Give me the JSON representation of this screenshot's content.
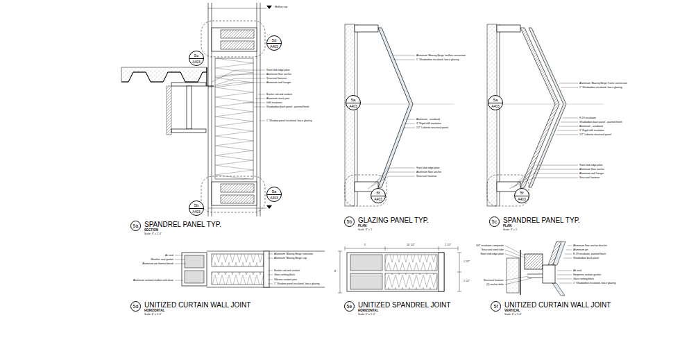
{
  "diagram": {
    "nodes": [
      {
        "text": [
          "5d",
          "A403"
        ]
      },
      {
        "text": [
          "5c",
          "A403"
        ]
      },
      {
        "text": [
          "5a",
          "A403"
        ]
      },
      {
        "text": [
          "5b",
          "A403"
        ]
      },
      {
        "text": [
          "5a",
          "A403"
        ]
      },
      {
        "text": [
          "5f",
          "A403"
        ]
      },
      {
        "text": [
          "5a",
          "A403"
        ]
      },
      {
        "text": [
          "5f",
          "A403"
        ]
      },
      {
        "text": [
          "5a",
          "SPANDREL PANEL TYP.",
          "SECTION",
          "Scale: 3\" = 1'-0\""
        ]
      },
      {
        "text": [
          "5b",
          "GLAZING PANEL TYP.",
          "PLAN",
          "Scale: 3\" = 1'"
        ]
      },
      {
        "text": [
          "5c",
          "SPANDREL PANEL TYP.",
          "PLAN",
          "Scale: 3\" = 1'"
        ]
      },
      {
        "text": [
          "5d",
          "UNITIZED CURTAIN WALL JOINT",
          "HORIZONTAL",
          "Scale: 6\" = 1'-0\""
        ]
      },
      {
        "text": [
          "5e",
          "UNITIZED SPANDREL JOINT",
          "HORIZONTAL",
          "Scale: 6\" = 1'-0\""
        ]
      },
      {
        "text": [
          "5f",
          "UNITIZED CURTAIN WALL JOINT",
          "VERTICAL",
          "Scale: 6\" = 1'-0\""
        ]
      }
    ],
    "labels": [
      "Mullion cap",
      "Steel slab edge plate",
      "Aluminum floor anchor",
      "Structural fastener",
      "Aluminum wall hanger",
      "Backer rod and sealant",
      "Aluminum stack joint",
      "Infill insulation",
      "Shadowbox back panel - painted finish",
      "1\" Shadow panel insulated, low-e glazing",
      "Aluminum 'Blazing Beige' mullion connection",
      "1\" Shadowbox insulated, low-e glazing",
      "Aluminum - anodized",
      "3\" Rigid infill insulation",
      "1/2\" Laborite structural panel",
      "Steel slab edge plate",
      "Aluminum floor anchor",
      "Structural fastener",
      "Aluminum 'Blazing Beige' frame connection",
      "1\" Shadowbox insulated, low-e glazing",
      "R-19 insulation",
      "Shadowbox back panel - painted finish",
      "Aluminum - anodized",
      "3\" Rigid infill insulation",
      "1/2\" Laborite structural panel",
      "Steel slab edge plate",
      "Aluminum floor anchor",
      "Aluminum wall hanger",
      "Structural fastener",
      "Air seal",
      "Weather seal gasket",
      "Aluminum pin thermal break",
      "Aluminum unitized mullion with drain",
      "Aluminum 'Blazing Beige' extrusion",
      "Aluminum 'Blazing Beige' cap",
      "Backer rod and sealant",
      "Glass setting block",
      "Silicone sealant joint",
      "1\" Shadow panel insulated, low-e glazing",
      "5'",
      "10' 1/2\"",
      "1 1/2\"",
      "8'",
      "1 1/2\"",
      "1 1/2\"",
      "3/4\" insulation composite",
      "Structural steel tube",
      "Steel slab edge plate",
      "Structural fastener",
      "(2) anchor bolts",
      "Aluminum floor anchor bracket",
      "Aluminum pin",
      "R-19 insulation, painted finish",
      "Shadowbox back panel",
      "Air seal",
      "Neoprene sealant gasket",
      "Glass setting block",
      "1\" Shadowbox insulated, low-e glazing"
    ]
  }
}
